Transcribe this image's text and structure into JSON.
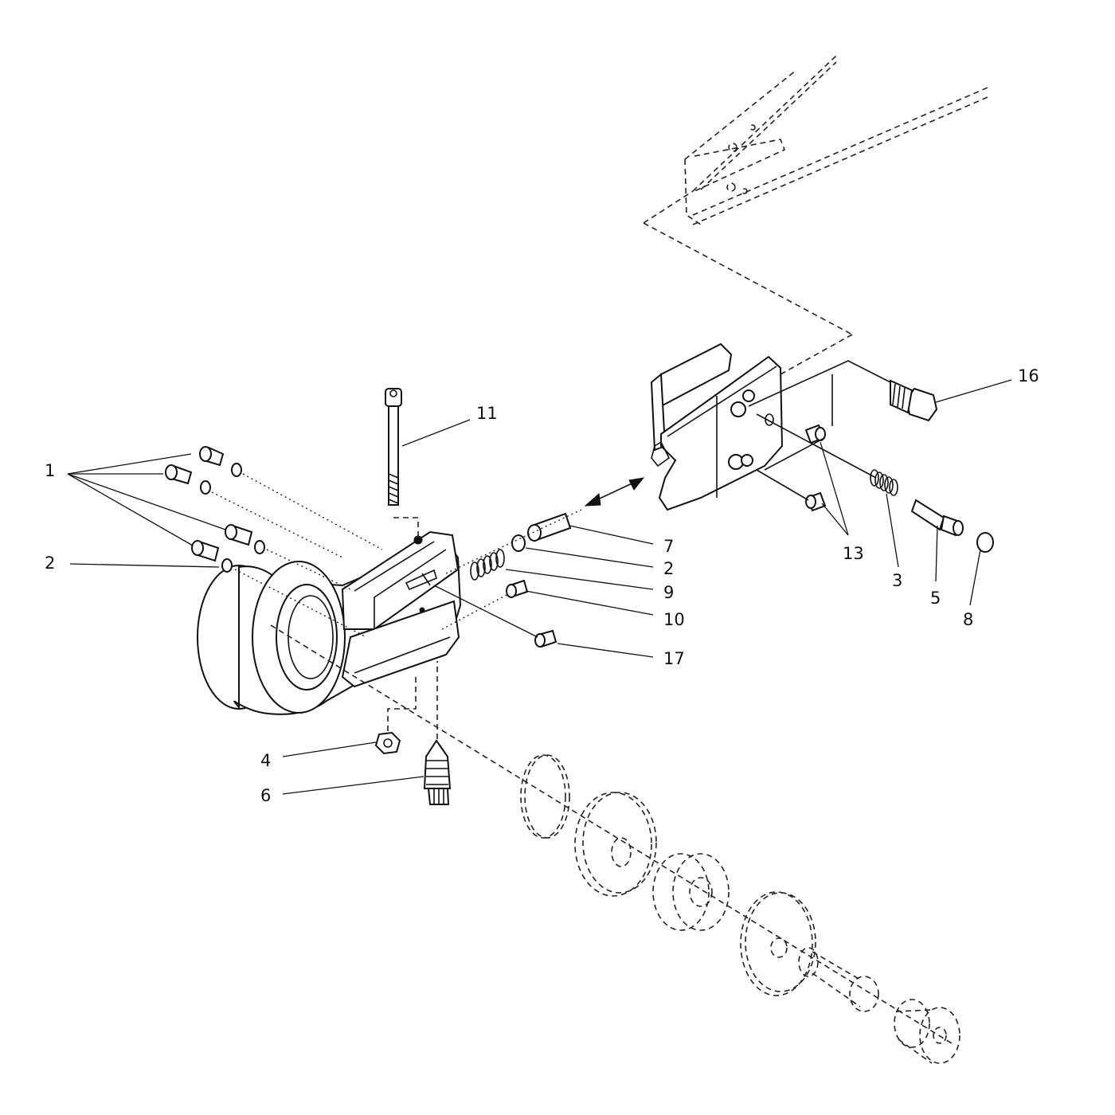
{
  "callouts": {
    "c1": "1",
    "c2a": "2",
    "c2b": "2",
    "c3": "3",
    "c4": "4",
    "c5": "5",
    "c6": "6",
    "c7": "7",
    "c8": "8",
    "c9": "9",
    "c10": "10",
    "c11": "11",
    "c13": "13",
    "c16": "16",
    "c17": "17"
  }
}
